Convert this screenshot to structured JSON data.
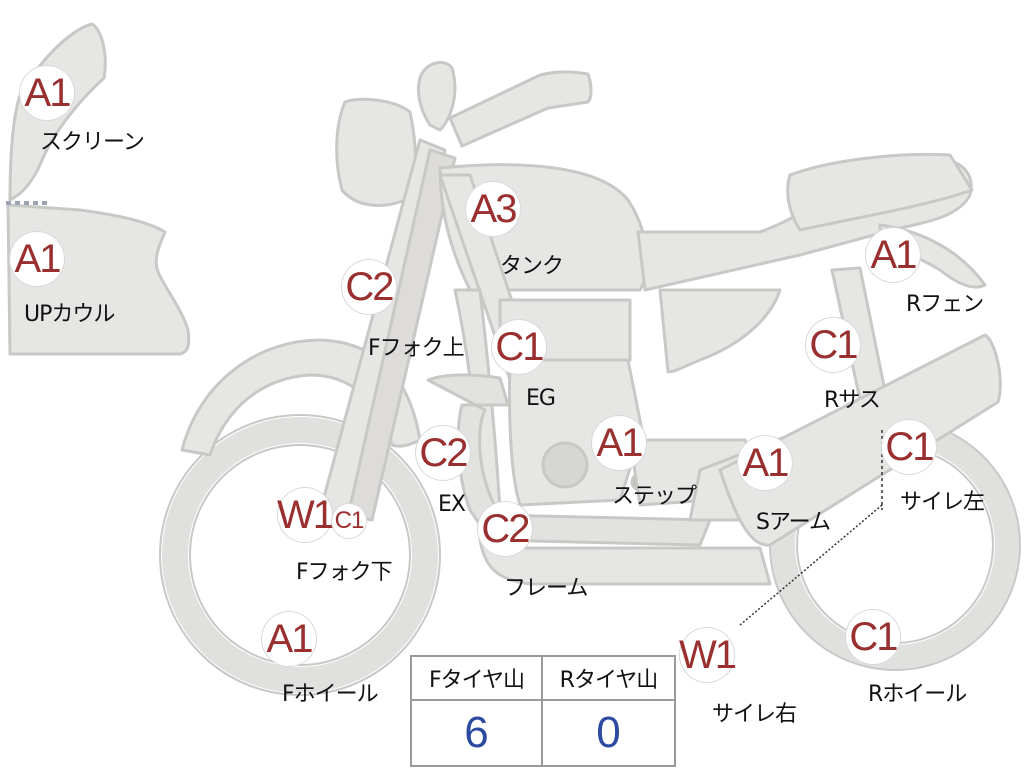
{
  "colors": {
    "part_fill": "#e6e6e4",
    "part_stroke": "#c8c8c6",
    "grade_text": "#9a2f2f",
    "value_text": "#2c4aa0"
  },
  "parts": {
    "screen": {
      "grade": "A1",
      "label": "スクリーン"
    },
    "up_cowl": {
      "grade": "A1",
      "label": "UPカウル"
    },
    "tank": {
      "grade": "A3",
      "label": "タンク"
    },
    "f_fork_upper": {
      "grade": "C2",
      "label": "Fフォク上"
    },
    "engine": {
      "grade": "C1",
      "label": "EG"
    },
    "r_fender": {
      "grade": "A1",
      "label": "Rフェン"
    },
    "r_suspension": {
      "grade": "C1",
      "label": "Rサス"
    },
    "exhaust": {
      "grade": "C2",
      "label": "EX"
    },
    "step": {
      "grade": "A1",
      "label": "ステップ"
    },
    "swing_arm": {
      "grade": "A1",
      "label": "Sアーム"
    },
    "silencer_left": {
      "grade": "C1",
      "label": "サイレ左"
    },
    "f_fork_lower": {
      "grade": "W1",
      "grade2": "C1",
      "label": "Fフォク下"
    },
    "frame": {
      "grade": "C2",
      "label": "フレーム"
    },
    "f_wheel": {
      "grade": "A1",
      "label": "Fホイール"
    },
    "silencer_right": {
      "grade": "W1",
      "label": "サイレ右"
    },
    "r_wheel": {
      "grade": "C1",
      "label": "Rホイール"
    }
  },
  "tread_table": {
    "front_header": "Fタイヤ山",
    "rear_header": "Rタイヤ山",
    "front_value": "6",
    "rear_value": "0"
  }
}
